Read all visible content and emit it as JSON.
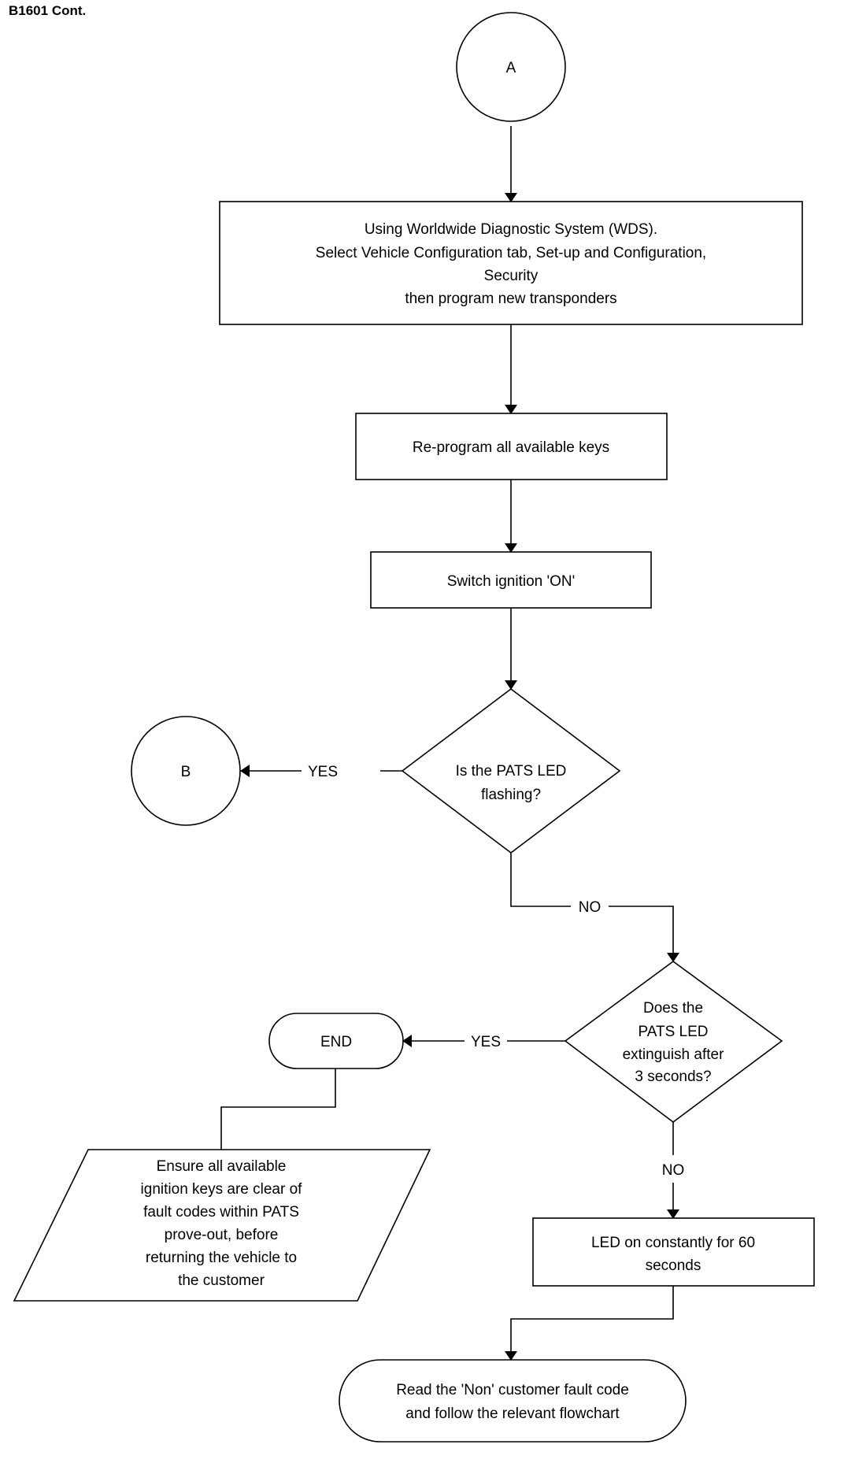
{
  "header": {
    "title": "B1601 Cont."
  },
  "connectors": {
    "a": "A",
    "b": "B"
  },
  "steps": {
    "wds_lines": [
      "Using Worldwide Diagnostic System (WDS).",
      "Select Vehicle Configuration tab, Set-up and Configuration,",
      "Security",
      "then program new transponders"
    ],
    "reprogram": "Re-program all available keys",
    "ignition": "Switch ignition 'ON'",
    "led_constant_lines": [
      "LED on constantly for 60",
      "seconds"
    ],
    "ensure_lines": [
      "Ensure all available",
      "ignition keys are clear of",
      "fault codes within PATS",
      "prove-out, before",
      "returning the vehicle to",
      "the customer"
    ]
  },
  "decisions": {
    "flashing_lines": [
      "Is the PATS LED",
      "flashing?"
    ],
    "extinguish_lines": [
      "Does the",
      "PATS LED",
      "extinguish after",
      "3 seconds?"
    ]
  },
  "terminals": {
    "end": "END",
    "read_lines": [
      "Read the 'Non' customer fault code",
      "and follow the relevant flowchart"
    ]
  },
  "labels": {
    "yes_1": "YES",
    "no_1": "NO",
    "yes_2": "YES",
    "no_2": "NO"
  }
}
